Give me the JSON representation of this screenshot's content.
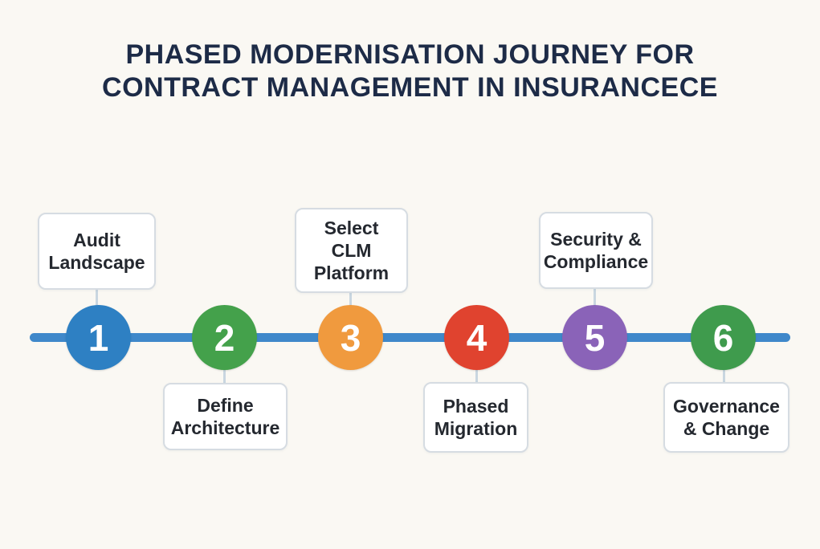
{
  "title": {
    "line1": "PHASED MODERNISATION JOURNEY FOR",
    "line2": "CONTRACT MANAGEMENT IN INSURANCECE"
  },
  "colors": {
    "background": "#faf8f3",
    "title_text": "#1d2b47",
    "timeline_line": "#3f88ca",
    "card_background": "#ffffff",
    "card_border": "#d6dce2",
    "card_text": "#24282f",
    "step_number_text": "#ffffff",
    "connector": "#c9d6e0"
  },
  "timeline": {
    "steps": [
      {
        "number": "1",
        "label": "Audit\nLandscape",
        "color": "#2e80c3",
        "label_position": "above"
      },
      {
        "number": "2",
        "label": "Define\nArchitecture",
        "color": "#44a14b",
        "label_position": "below"
      },
      {
        "number": "3",
        "label": "Select\nCLM\nPlatform",
        "color": "#f09a3e",
        "label_position": "above"
      },
      {
        "number": "4",
        "label": "Phased\nMigration",
        "color": "#e0432f",
        "label_position": "below"
      },
      {
        "number": "5",
        "label": "Security &\nCompliance",
        "color": "#8a63b8",
        "label_position": "above"
      },
      {
        "number": "6",
        "label": "Governance\n& Change",
        "color": "#3f9b4d",
        "label_position": "below"
      }
    ]
  }
}
